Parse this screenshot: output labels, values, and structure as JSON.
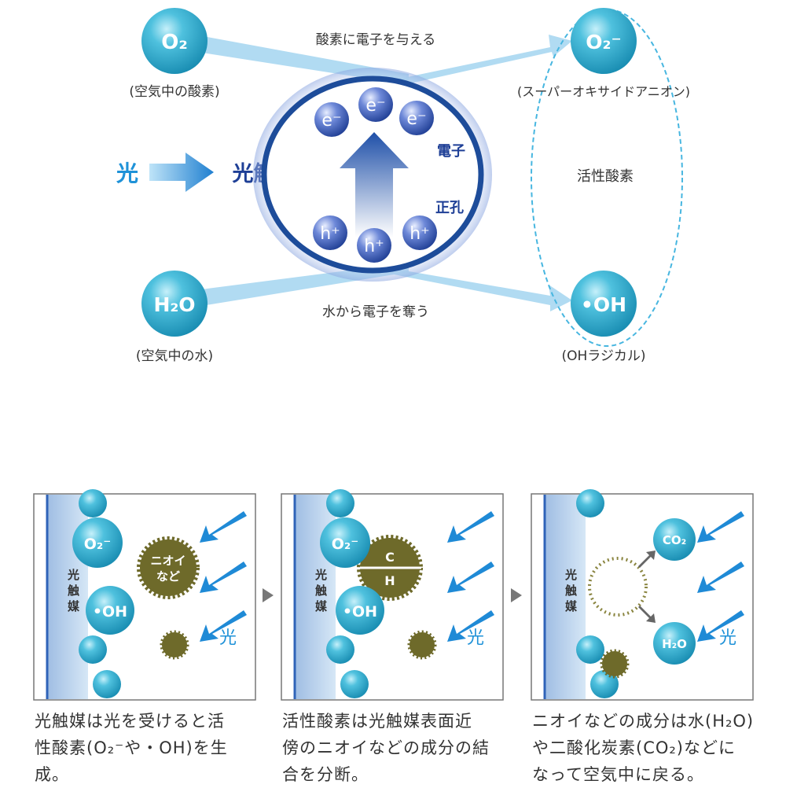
{
  "top": {
    "o2": "O₂",
    "o2_caption": "(空気中の酸素)",
    "h2o": "H₂O",
    "h2o_caption": "(空気中の水)",
    "arrow_top_label": "酸素に電子を与える",
    "arrow_bottom_label": "水から電子を奪う",
    "superoxide": "O₂⁻",
    "superoxide_caption": "(スーパーオキサイドアニオン)",
    "oh_radical": "•OH",
    "oh_radical_caption": "(OHラジカル)",
    "active_oxygen": "活性酸素",
    "light": "光",
    "photocatalyst": "光触媒",
    "electron": "e⁻",
    "electron_label": "電子",
    "hole": "h⁺",
    "hole_label": "正孔"
  },
  "panels": [
    {
      "surface_label": "光触媒",
      "o2": "O₂⁻",
      "oh": "•OH",
      "odor": "ニオイ\nなど",
      "light": "光",
      "caption": [
        "光触媒は光を受けると活",
        "性酸素(O₂⁻や・OH)を生",
        "成。"
      ]
    },
    {
      "surface_label": "光触媒",
      "o2": "O₂⁻",
      "oh": "•OH",
      "bond_top": "C",
      "bond_bottom": "H",
      "light": "光",
      "caption": [
        "活性酸素は光触媒表面近",
        "傍のニオイなどの成分の結",
        "合を分断。"
      ]
    },
    {
      "surface_label": "光触媒",
      "co2": "CO₂",
      "h2o": "H₂O",
      "light": "光",
      "caption": [
        "ニオイなどの成分は水(H₂O)",
        "や二酸化炭素(CO₂)などに",
        "なって空気中に戻る。"
      ]
    }
  ],
  "colors": {
    "sphere": "#2aa7c9",
    "sphere_light": "#a9e3f2",
    "arrow_light": "#a8d8f3",
    "catalyst_ring": "#1d4c9a",
    "electron_ball": "#3f5fb8",
    "odor_ball": "#6e6a2a",
    "light_text": "#1f92d8",
    "accent_blue": "#1e5aa8"
  }
}
